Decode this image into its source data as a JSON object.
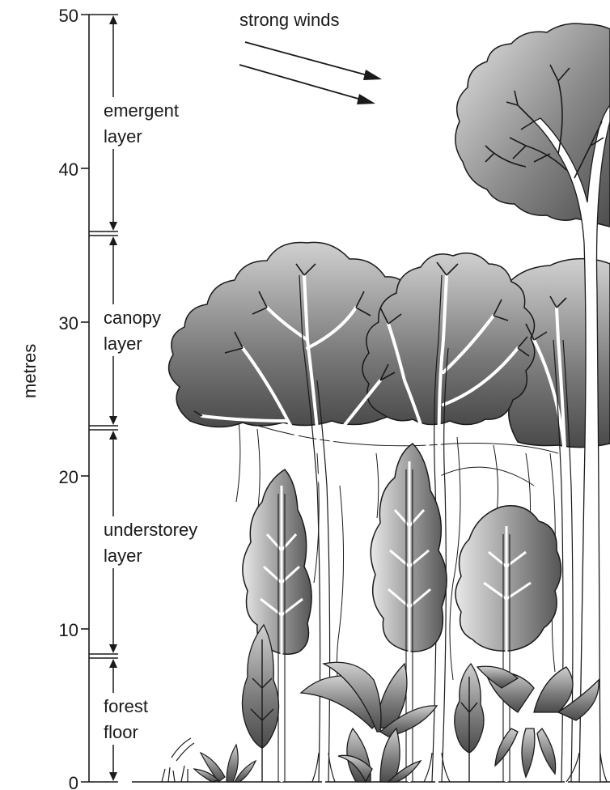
{
  "axis": {
    "label": "metres",
    "ticks": [
      "0",
      "10",
      "20",
      "30",
      "40",
      "50"
    ]
  },
  "wind_label": "strong winds",
  "layers": [
    {
      "line1": "emergent",
      "line2": "layer"
    },
    {
      "line1": "canopy",
      "line2": "layer"
    },
    {
      "line1": "understorey",
      "line2": "layer"
    },
    {
      "line1": "forest",
      "line2": "floor"
    }
  ],
  "colors": {
    "ink": "#1a1a1a",
    "foliage_light": "#d9d9d9",
    "foliage_dark": "#5a5a5a"
  }
}
